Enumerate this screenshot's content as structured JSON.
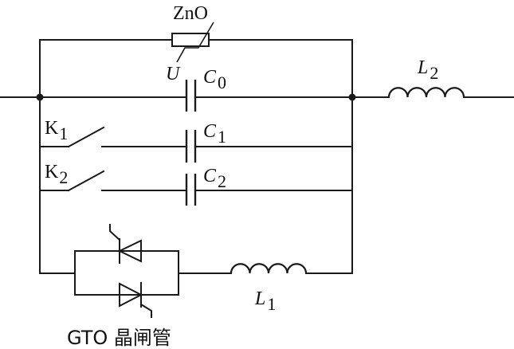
{
  "labels": {
    "varistor": "ZnO",
    "varistor_voltage": "U",
    "c0_main": "C",
    "c0_sub": "0",
    "c1_main": "C",
    "c1_sub": "1",
    "c2_main": "C",
    "c2_sub": "2",
    "l1_main": "L",
    "l1_sub": "1",
    "l2_main": "L",
    "l2_sub": "2",
    "k1_main": "K",
    "k1_sub": "1",
    "k2_main": "K",
    "k2_sub": "2",
    "gto": "GTO 晶闸管"
  },
  "colors": {
    "line": "#1a1a1a",
    "text": "#111111",
    "background": "#ffffff"
  }
}
